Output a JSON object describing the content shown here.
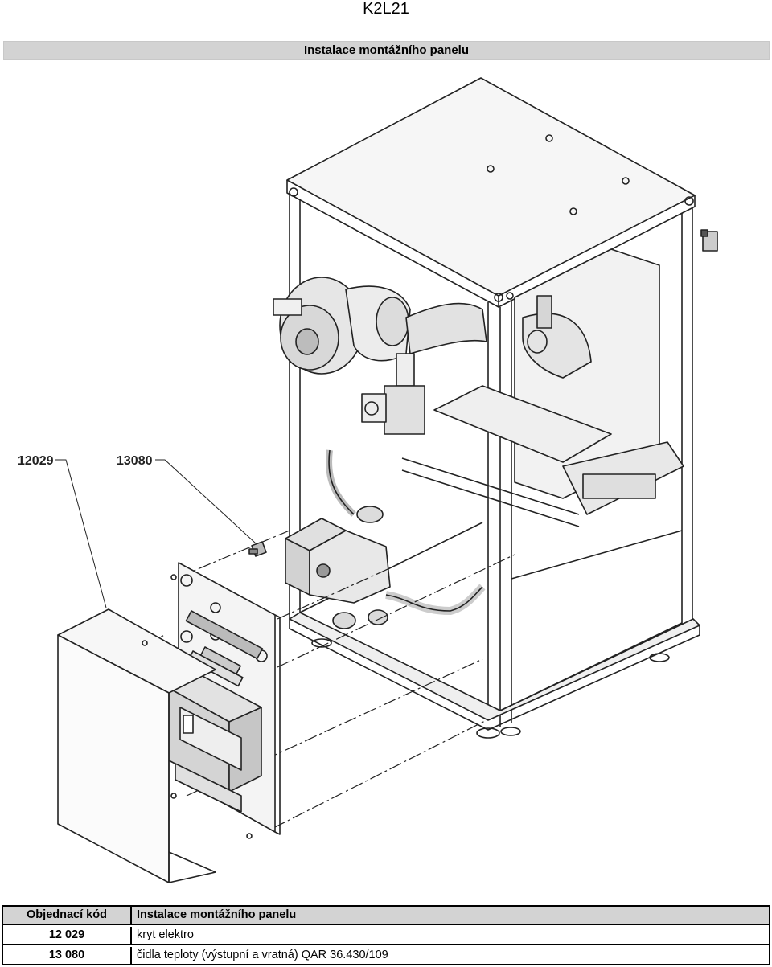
{
  "header": {
    "doc_code": "K2L21"
  },
  "title_bar": {
    "title": "Instalace montážního panelu"
  },
  "drawing": {
    "callouts": [
      "12029",
      "13080"
    ]
  },
  "parts_table": {
    "headers": {
      "code": "Objednací kód",
      "description": "Instalace montážního panelu"
    },
    "rows": [
      {
        "code": "12 029",
        "description": "kryt elektro"
      },
      {
        "code": "13 080",
        "description": "čidla teploty (výstupní a vratná) QAR 36.430/109"
      }
    ]
  }
}
